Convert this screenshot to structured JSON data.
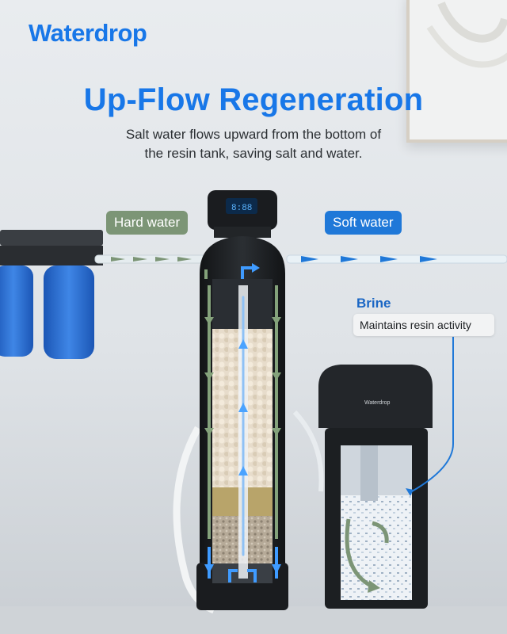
{
  "brand": {
    "name": "Waterdrop"
  },
  "headline": "Up-Flow Regeneration",
  "description": {
    "line1": "Salt water flows upward from the bottom of",
    "line2": "the resin tank, saving salt and water."
  },
  "labels": {
    "hard_water": "Hard water",
    "soft_water": "Soft water",
    "brine_title": "Brine",
    "brine_desc": "Maintains resin activity"
  },
  "brine_tank_logo": "Waterdrop",
  "colors": {
    "brand_blue": "#1877e8",
    "hard_water_green": "#7c9576",
    "soft_water_blue": "#1f78d8",
    "tank_black": "#1c1f22"
  },
  "icons": [
    "water-drop-icon",
    "flow-arrow-icon"
  ]
}
